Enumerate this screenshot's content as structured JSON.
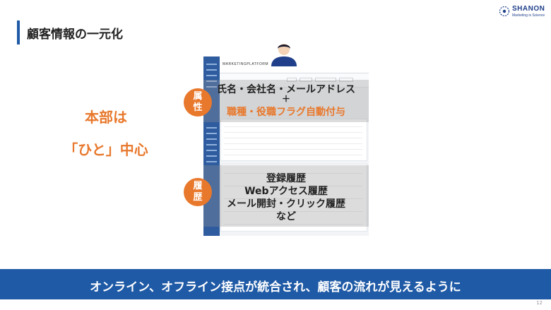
{
  "slide": {
    "title": "顧客情報の一元化",
    "page_number": "12"
  },
  "logo": {
    "name": "SHANON",
    "tagline": "Marketing is Science",
    "brand_color": "#1f3f8a"
  },
  "left_message": {
    "line1": "本部は",
    "line2": "「ひと」中心",
    "color": "#e8782c"
  },
  "screenshot": {
    "brand_text": "MARKETINGPLATFORM"
  },
  "attributes": {
    "badge": "属\n性",
    "line1": "氏名・会社名・メールアドレス",
    "plus": "＋",
    "line2": "職種・役職フラグ自動付与"
  },
  "history": {
    "badge": "履\n歴",
    "line1": "登録履歴",
    "line2": "Webアクセス履歴",
    "line3": "メール開封・クリック履歴",
    "line4": "など"
  },
  "footer": {
    "message": "オンライン、オフライン接点が統合され、顧客の流れが見えるように",
    "color": "#1f5aa6"
  },
  "colors": {
    "accent": "#e8782c",
    "primary": "#1f5aa6"
  }
}
